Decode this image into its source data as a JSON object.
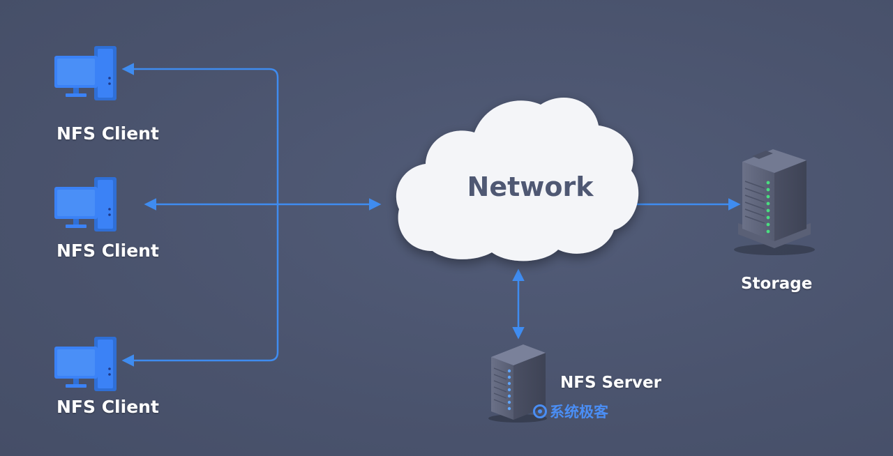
{
  "diagram": {
    "network_label": "Network",
    "clients": [
      {
        "label": "NFS Client"
      },
      {
        "label": "NFS Client"
      },
      {
        "label": "NFS Client"
      }
    ],
    "storage_label": "Storage",
    "server_label": "NFS Server",
    "watermark_text": "系统极客"
  },
  "colors": {
    "background": "#4a536d",
    "connector": "#3f8cf0",
    "client_icon": "#3b82f6",
    "cloud": "#f4f5f8",
    "server_body": "#5b6178",
    "led_green": "#4ade80",
    "led_blue": "#60a5fa"
  }
}
